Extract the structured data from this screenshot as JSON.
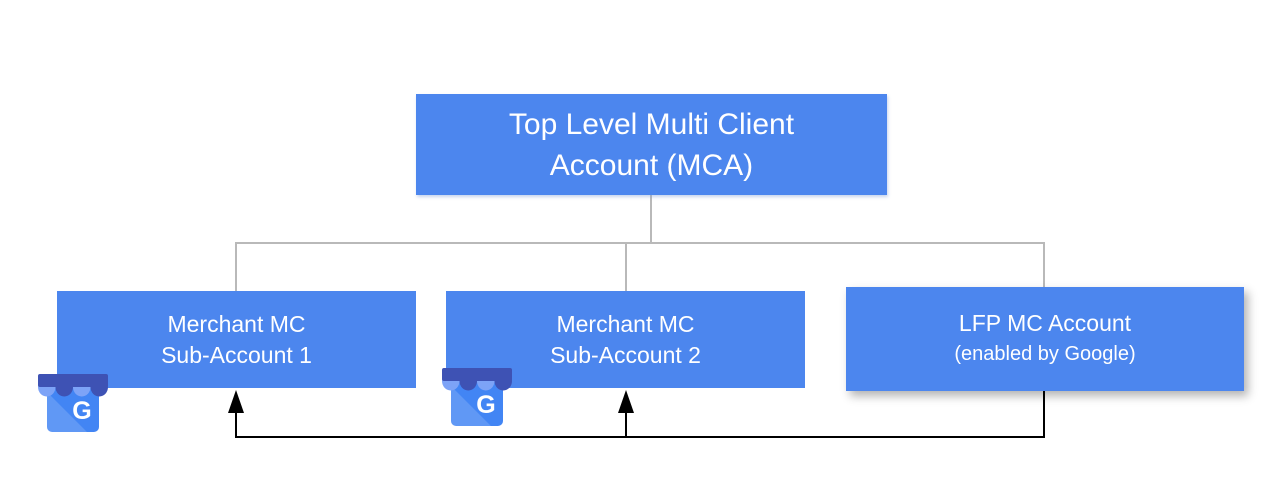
{
  "nodes": {
    "mca": {
      "line1": "Top Level Multi Client",
      "line2": "Account (MCA)"
    },
    "sub1": {
      "line1": "Merchant MC",
      "line2": "Sub-Account 1"
    },
    "sub2": {
      "line1": "Merchant MC",
      "line2": "Sub-Account 2"
    },
    "lfp": {
      "line1": "LFP MC Account",
      "line2": "(enabled by Google)"
    }
  },
  "icons": {
    "gmb": {
      "name": "google-my-business",
      "letter": "G"
    }
  },
  "colors": {
    "node_fill": "#4c86ee",
    "node_text": "#ffffff",
    "hierarchy_connector_gray": "#b9b9b9",
    "feed_arrow_black": "#000000",
    "gmb_awning_dark": "#3e52b4",
    "gmb_awning_light": "#7da3f7",
    "gmb_body_blue": "#4285f4",
    "background": "#ffffff"
  }
}
